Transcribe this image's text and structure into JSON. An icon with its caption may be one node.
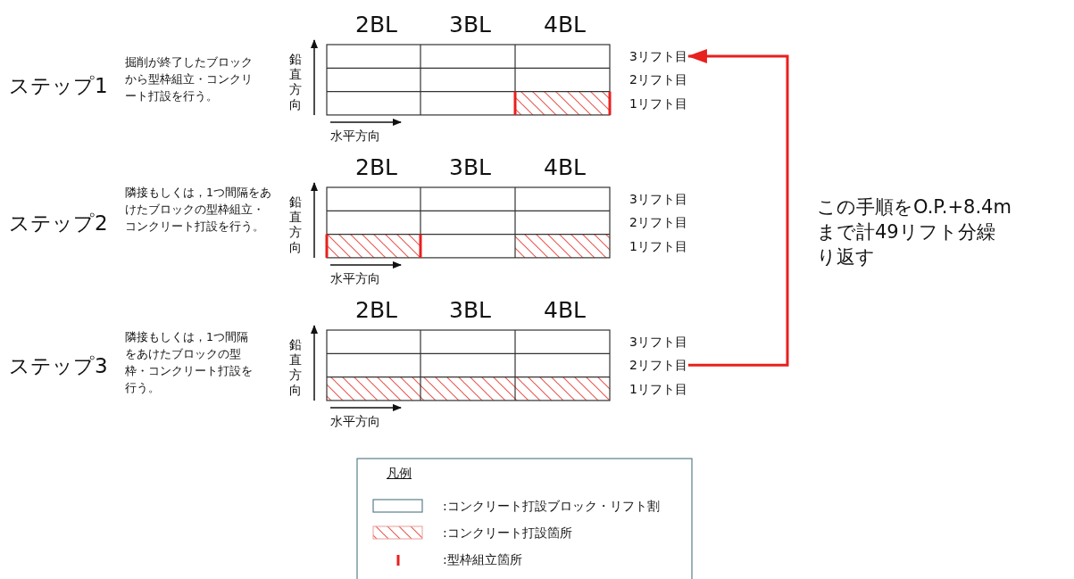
{
  "diagram": {
    "nodes": [
      {
        "text": [
          "3リフト目"
        ]
      },
      {
        "text": [
          "2リフト目"
        ]
      },
      {
        "text": [
          "1リフト目"
        ]
      },
      {
        "text": [
          "3リフト目"
        ]
      },
      {
        "text": [
          "2リフト目"
        ]
      },
      {
        "text": [
          "1リフト目"
        ]
      },
      {
        "text": [
          "3リフト目"
        ]
      },
      {
        "text": [
          "2リフト目"
        ]
      },
      {
        "text": [
          "1リフト目"
        ]
      }
    ],
    "edges": [
      {
        "from": 7,
        "to": 0,
        "arrow": "to",
        "color": "#e8201e"
      }
    ],
    "labels": [
      "2BL",
      "3BL",
      "4BL",
      "ステップ1",
      "掘削が終了したブロックから型枠組立・コンクリート打設を行う。",
      "鉛直方向",
      "水平方向",
      "2BL",
      "3BL",
      "4BL",
      "ステップ2",
      "隣接もしくは，1つ間隔をあけたブロックの型枠組立・コンクリート打設を行う。",
      "鉛直方向",
      "水平方向",
      "2BL",
      "3BL",
      "4BL",
      "ステップ3",
      "隣接もしくは，1つ間隔をあけたブロックの型枠・コンクリート打設を行う。",
      "鉛直方向",
      "水平方向",
      "この手順をO.P.+8.4mまで計49リフト分繰り返す",
      "凡例"
    ],
    "legend": [
      {
        "text": ":コンクリート打設ブロック・リフト割"
      },
      {
        "text": ":コンクリート打設箇所"
      },
      {
        "text": ":型枠組立箇所"
      }
    ]
  }
}
